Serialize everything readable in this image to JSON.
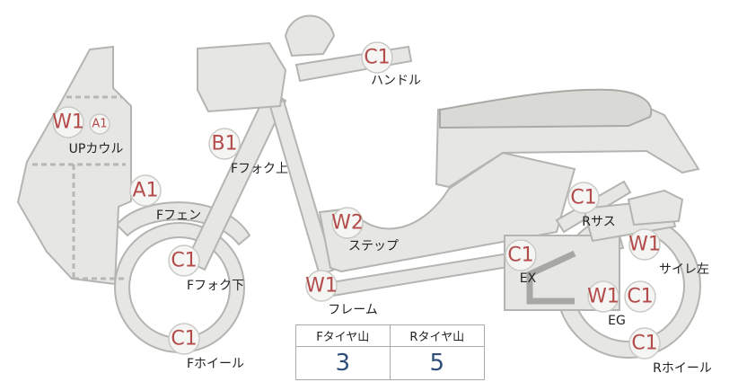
{
  "parts": [
    {
      "id": "handle",
      "label": "ハンドル",
      "badges": [
        "C1"
      ]
    },
    {
      "id": "up-cowl",
      "label": "UPカウル",
      "badges": [
        "W1",
        "A1"
      ]
    },
    {
      "id": "fork-upper",
      "label": "Fフォク上",
      "badges": [
        "B1"
      ]
    },
    {
      "id": "front-fender",
      "label": "Fフェン",
      "badges": [
        "A1"
      ]
    },
    {
      "id": "fork-lower",
      "label": "Fフォク下",
      "badges": [
        "C1"
      ]
    },
    {
      "id": "front-wheel",
      "label": "Fホイール",
      "badges": [
        "C1"
      ]
    },
    {
      "id": "step",
      "label": "ステップ",
      "badges": [
        "W2"
      ]
    },
    {
      "id": "frame",
      "label": "フレーム",
      "badges": [
        "W1"
      ]
    },
    {
      "id": "rear-suspension",
      "label": "Rサス",
      "badges": [
        "C1"
      ]
    },
    {
      "id": "exhaust",
      "label": "EX",
      "badges": [
        "C1"
      ]
    },
    {
      "id": "muffler-left",
      "label": "サイレ左",
      "badges": [
        "W1"
      ]
    },
    {
      "id": "engine",
      "label": "EG",
      "badges": [
        "W1",
        "C1"
      ]
    },
    {
      "id": "rear-wheel",
      "label": "Rホイール",
      "badges": [
        "C1"
      ]
    }
  ],
  "tire_tread": {
    "headers": [
      "Fタイヤ山",
      "Rタイヤ山"
    ],
    "values": [
      "3",
      "5"
    ]
  }
}
